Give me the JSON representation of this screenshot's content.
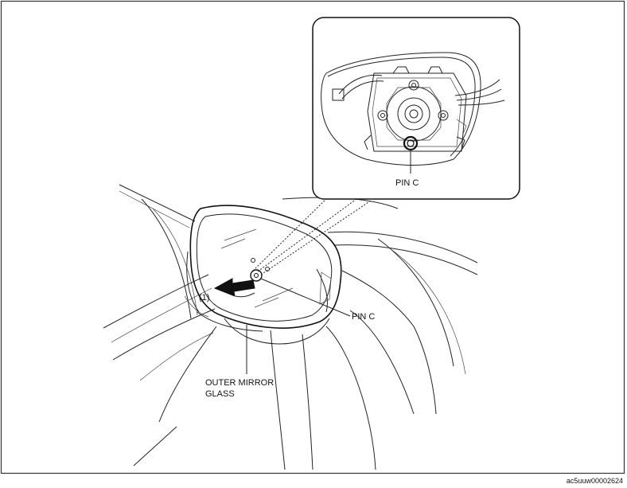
{
  "labels": {
    "pin_c_inset": "PIN C",
    "pin_c_main": "PIN C",
    "step_number": "(1)",
    "outer_mirror_glass_line1": "OUTER MIRROR",
    "outer_mirror_glass_line2": "GLASS"
  },
  "figure_code": "ac5uuw00002624"
}
